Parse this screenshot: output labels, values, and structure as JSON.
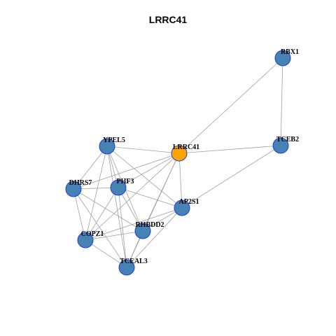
{
  "graph": {
    "title": "LRRC41",
    "colors": {
      "edge": "#a0a0a0",
      "node_fill": "#4682b4",
      "node_stroke": "#1f3fd0",
      "focus_fill": "#ffa500",
      "background": "#ffffff"
    },
    "nodes": [
      {
        "id": "RBX1",
        "label": "RBX1",
        "focus": false
      },
      {
        "id": "TCEB2",
        "label": "TCEB2",
        "focus": false
      },
      {
        "id": "LRRC41",
        "label": "LRRC41",
        "focus": true
      },
      {
        "id": "YPEL5",
        "label": "YPEL5",
        "focus": false
      },
      {
        "id": "DHRS7",
        "label": "DHRS7",
        "focus": false
      },
      {
        "id": "PHF3",
        "label": "PHF3",
        "focus": false
      },
      {
        "id": "AP2S1",
        "label": "AP2S1",
        "focus": false
      },
      {
        "id": "RHBDD2",
        "label": "RHBDD2",
        "focus": false
      },
      {
        "id": "COPZ1",
        "label": "COPZ1",
        "focus": false
      },
      {
        "id": "TCEAL3",
        "label": "TCEAL3",
        "focus": false
      }
    ],
    "edges": [
      [
        "RBX1",
        "TCEB2"
      ],
      [
        "RBX1",
        "LRRC41"
      ],
      [
        "LRRC41",
        "TCEB2"
      ],
      [
        "TCEB2",
        "AP2S1"
      ],
      [
        "LRRC41",
        "YPEL5"
      ],
      [
        "LRRC41",
        "DHRS7"
      ],
      [
        "LRRC41",
        "PHF3"
      ],
      [
        "LRRC41",
        "AP2S1"
      ],
      [
        "LRRC41",
        "RHBDD2"
      ],
      [
        "LRRC41",
        "COPZ1"
      ],
      [
        "LRRC41",
        "TCEAL3"
      ],
      [
        "YPEL5",
        "DHRS7"
      ],
      [
        "YPEL5",
        "PHF3"
      ],
      [
        "YPEL5",
        "AP2S1"
      ],
      [
        "YPEL5",
        "RHBDD2"
      ],
      [
        "YPEL5",
        "COPZ1"
      ],
      [
        "YPEL5",
        "TCEAL3"
      ],
      [
        "DHRS7",
        "PHF3"
      ],
      [
        "DHRS7",
        "RHBDD2"
      ],
      [
        "DHRS7",
        "COPZ1"
      ],
      [
        "DHRS7",
        "TCEAL3"
      ],
      [
        "PHF3",
        "AP2S1"
      ],
      [
        "PHF3",
        "RHBDD2"
      ],
      [
        "PHF3",
        "COPZ1"
      ],
      [
        "PHF3",
        "TCEAL3"
      ],
      [
        "AP2S1",
        "RHBDD2"
      ],
      [
        "AP2S1",
        "COPZ1"
      ],
      [
        "AP2S1",
        "TCEAL3"
      ],
      [
        "RHBDD2",
        "COPZ1"
      ],
      [
        "RHBDD2",
        "TCEAL3"
      ],
      [
        "COPZ1",
        "TCEAL3"
      ]
    ]
  }
}
